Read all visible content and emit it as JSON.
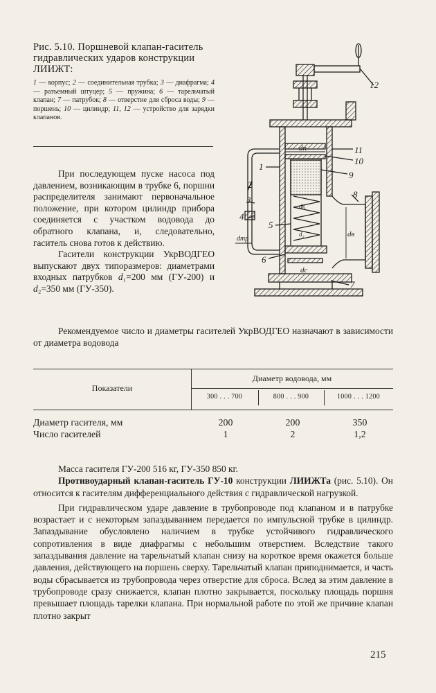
{
  "figure": {
    "title": "Рис. 5.10. Поршневой клапан-гаситель гидравлических ударов конструкции ЛИИЖТ:",
    "legend_html": "<i>1</i> — корпус; <i>2</i> — соединительная трубка; <i>3</i> — диафрагма; <i>4</i> — разъемный штуцер; <i>5</i> — пружина; <i>6</i> — тарельчатый клапан; <i>7</i> — патрубок; <i>8</i> — отверстие для сброса воды; <i>9</i> — поршень; <i>10</i> — цилиндр; <i>11</i>, <i>12</i> — устройство для зарядки клапанов.",
    "labels": {
      "n1": "1",
      "n2": "2",
      "n3": "3",
      "n4": "4",
      "n5": "5",
      "n6": "6",
      "n7": "7",
      "n8": "8",
      "n9": "9",
      "n10": "10",
      "n11": "11",
      "n12": "12",
      "dp": "dп",
      "dv": "dв",
      "dc": "dс",
      "dtr": "dтр",
      "dk": "dк",
      "d2": "d₂"
    }
  },
  "column": {
    "p1": "При последующем пуске насоса под давлением, возникающим в трубке 6, поршни распределителя занимают первоначальное положение, при котором цилиндр прибора соединяется с участком водовода до обратного клапана, и, следовательно, гаситель снова готов к действию.",
    "p2_html": "Гасители конструкции УкрВОДГЕО выпускают двух типоразмеров: диаметрами входных патрубков <i>d</i>₁=200 мм (ГУ-200) и <i>d</i>₂=350 мм (ГУ-350)."
  },
  "intro": "Рекомендуемое число и диаметры гасителей УкрВОДГЕО назначают в зависимости от диаметра водовода",
  "table": {
    "col_header": "Показатели",
    "group_header": "Диаметр водовода, мм",
    "ranges": [
      "300 . . . 700",
      "800 . . . 900",
      "1000 . . . 1200"
    ],
    "rows": [
      {
        "label": "Диаметр гасителя, мм",
        "values": [
          "200",
          "200",
          "350"
        ]
      },
      {
        "label": "Число гасителей",
        "values": [
          "1",
          "2",
          "1,2"
        ]
      }
    ]
  },
  "body": {
    "mass": "Масса гасителя ГУ-200 516 кг, ГУ-350 850 кг.",
    "p_bold": "Противоударный клапан-гаситель ГУ-10",
    "p_bold2": "ЛИИЖТа",
    "p_rest_a": "конструкции",
    "p_rest_b": "(рис. 5.10). Он относится к гасителям дифференциального действия с гидравлической нагрузкой.",
    "p3": "При гидравлическом ударе давление в трубопроводе под клапаном и в патрубке возрастает и с некоторым запаздыванием передается по импульсной трубке в цилиндр. Запаздывание обусловлено наличием в трубке устойчивого гидравлического сопротивления в виде диафрагмы с небольшим отверстием. Вследствие такого запаздывания давление на тарельчатый клапан снизу на короткое время окажется больше давления, действующего на поршень сверху. Тарельчатый клапан приподнимается, и часть воды сбрасывается из трубопровода через отверстие для сброса. Вслед за этим давление в трубопроводе сразу снижается, клапан плотно закрывается, поскольку площадь поршня превышает площадь тарелки клапана. При нормальной работе по этой же причине клапан плотно закрыт"
  },
  "page_number": "215"
}
